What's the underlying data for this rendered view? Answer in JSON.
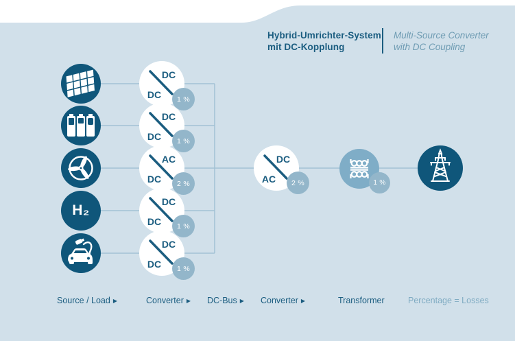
{
  "header": {
    "title_de": [
      "Hybrid-Umrichter-System",
      "mit DC-Kopplung"
    ],
    "title_en": [
      "Multi-Source Converter",
      "with DC Coupling"
    ]
  },
  "colors": {
    "panel_bg": "#d1e0ea",
    "source_circle": "#0f567a",
    "converter_circle": "#ffffff",
    "loss_badge": "#93b6ca",
    "transformer_circle": "#7fadc7",
    "connector_line": "#a2c1d4",
    "title_text": "#1b5d80",
    "muted_text": "#7fabc2"
  },
  "diagram": {
    "h2_label": "H₂",
    "rows": [
      {
        "source": "solar-panel",
        "top_label": "DC",
        "bottom_label": "DC",
        "loss": "1 %"
      },
      {
        "source": "battery",
        "top_label": "DC",
        "bottom_label": "DC",
        "loss": "1 %"
      },
      {
        "source": "wind-turbine",
        "top_label": "AC",
        "bottom_label": "DC",
        "loss": "2 %"
      },
      {
        "source": "hydrogen",
        "top_label": "DC",
        "bottom_label": "DC",
        "loss": "1 %"
      },
      {
        "source": "electric-car",
        "top_label": "DC",
        "bottom_label": "DC",
        "loss": "1 %"
      }
    ],
    "inverter": {
      "top_label": "DC",
      "bottom_label": "AC",
      "loss": "2 %"
    },
    "transformer": {
      "loss": "1 %"
    }
  },
  "legend": {
    "arrow_glyph": "▶",
    "items": [
      {
        "label": "Source / Load"
      },
      {
        "label": "Converter"
      },
      {
        "label": "DC-Bus"
      },
      {
        "label": "Converter"
      },
      {
        "label": "Transformer"
      },
      {
        "label": "Percentage = Losses"
      }
    ]
  }
}
